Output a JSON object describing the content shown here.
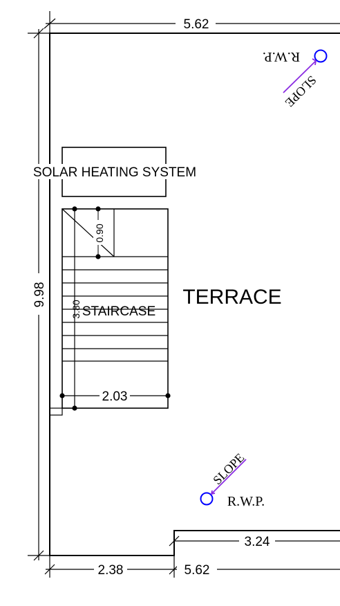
{
  "dimensions": {
    "top_width": "5.62",
    "left_height": "9.98",
    "bottom_left": "2.38",
    "bottom_right": "5.62",
    "notch_width": "3.24",
    "stair_width": "2.03",
    "stair_length": "3.80",
    "landing": "0.90"
  },
  "labels": {
    "solar": "SOLAR HEATING SYSTEM",
    "staircase": "STAIRCASE",
    "terrace": "TERRACE",
    "rwp_top": "R.W.P.",
    "slope_top": "SLOPE",
    "rwp_bottom": "R.W.P.",
    "slope_bottom": "SLOPE"
  },
  "colors": {
    "line": "#000000",
    "rwp_circle": "#0000ff",
    "slope_arrow": "#8a2be2"
  }
}
